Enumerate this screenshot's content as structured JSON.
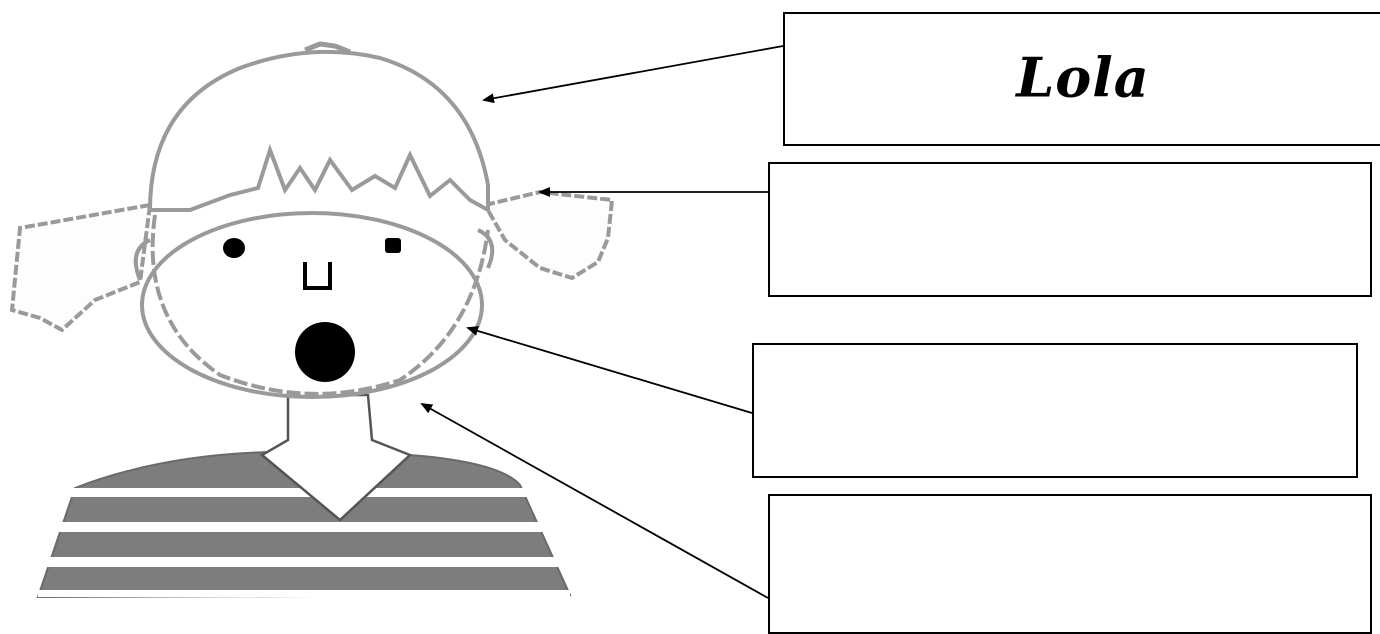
{
  "labels": [
    {
      "id": "hair",
      "text": "Lola"
    },
    {
      "id": "ear",
      "text": ""
    },
    {
      "id": "face",
      "text": ""
    },
    {
      "id": "neck",
      "text": ""
    }
  ],
  "colors": {
    "outline": "#8a8a8a",
    "shirt_stripe": "#7d7d7d",
    "ink": "#000000",
    "background": "#ffffff"
  }
}
